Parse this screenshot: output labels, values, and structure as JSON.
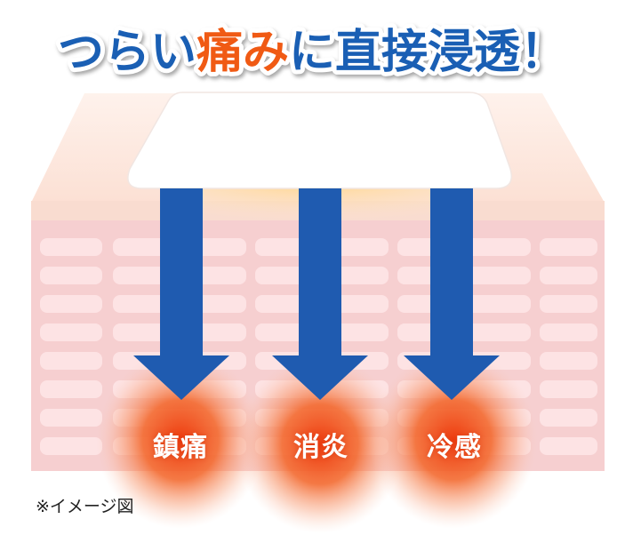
{
  "headline": {
    "part1": "つらい",
    "part2": "痛み",
    "part3": "に直接浸透！",
    "colors": {
      "main": "#1a5fb4",
      "accent": "#f05a14",
      "outline": "#ffffff"
    }
  },
  "effects": [
    {
      "label": "鎮痛"
    },
    {
      "label": "消炎"
    },
    {
      "label": "冷感"
    }
  ],
  "note": "※イメージ図",
  "colors": {
    "arrow": "#1f5bb0",
    "skin_top": "#fde6da",
    "skin_body": "#f6cfd0",
    "cell": "#fde3e4",
    "glow": "#f04a1a",
    "patch": "#ffffff"
  }
}
